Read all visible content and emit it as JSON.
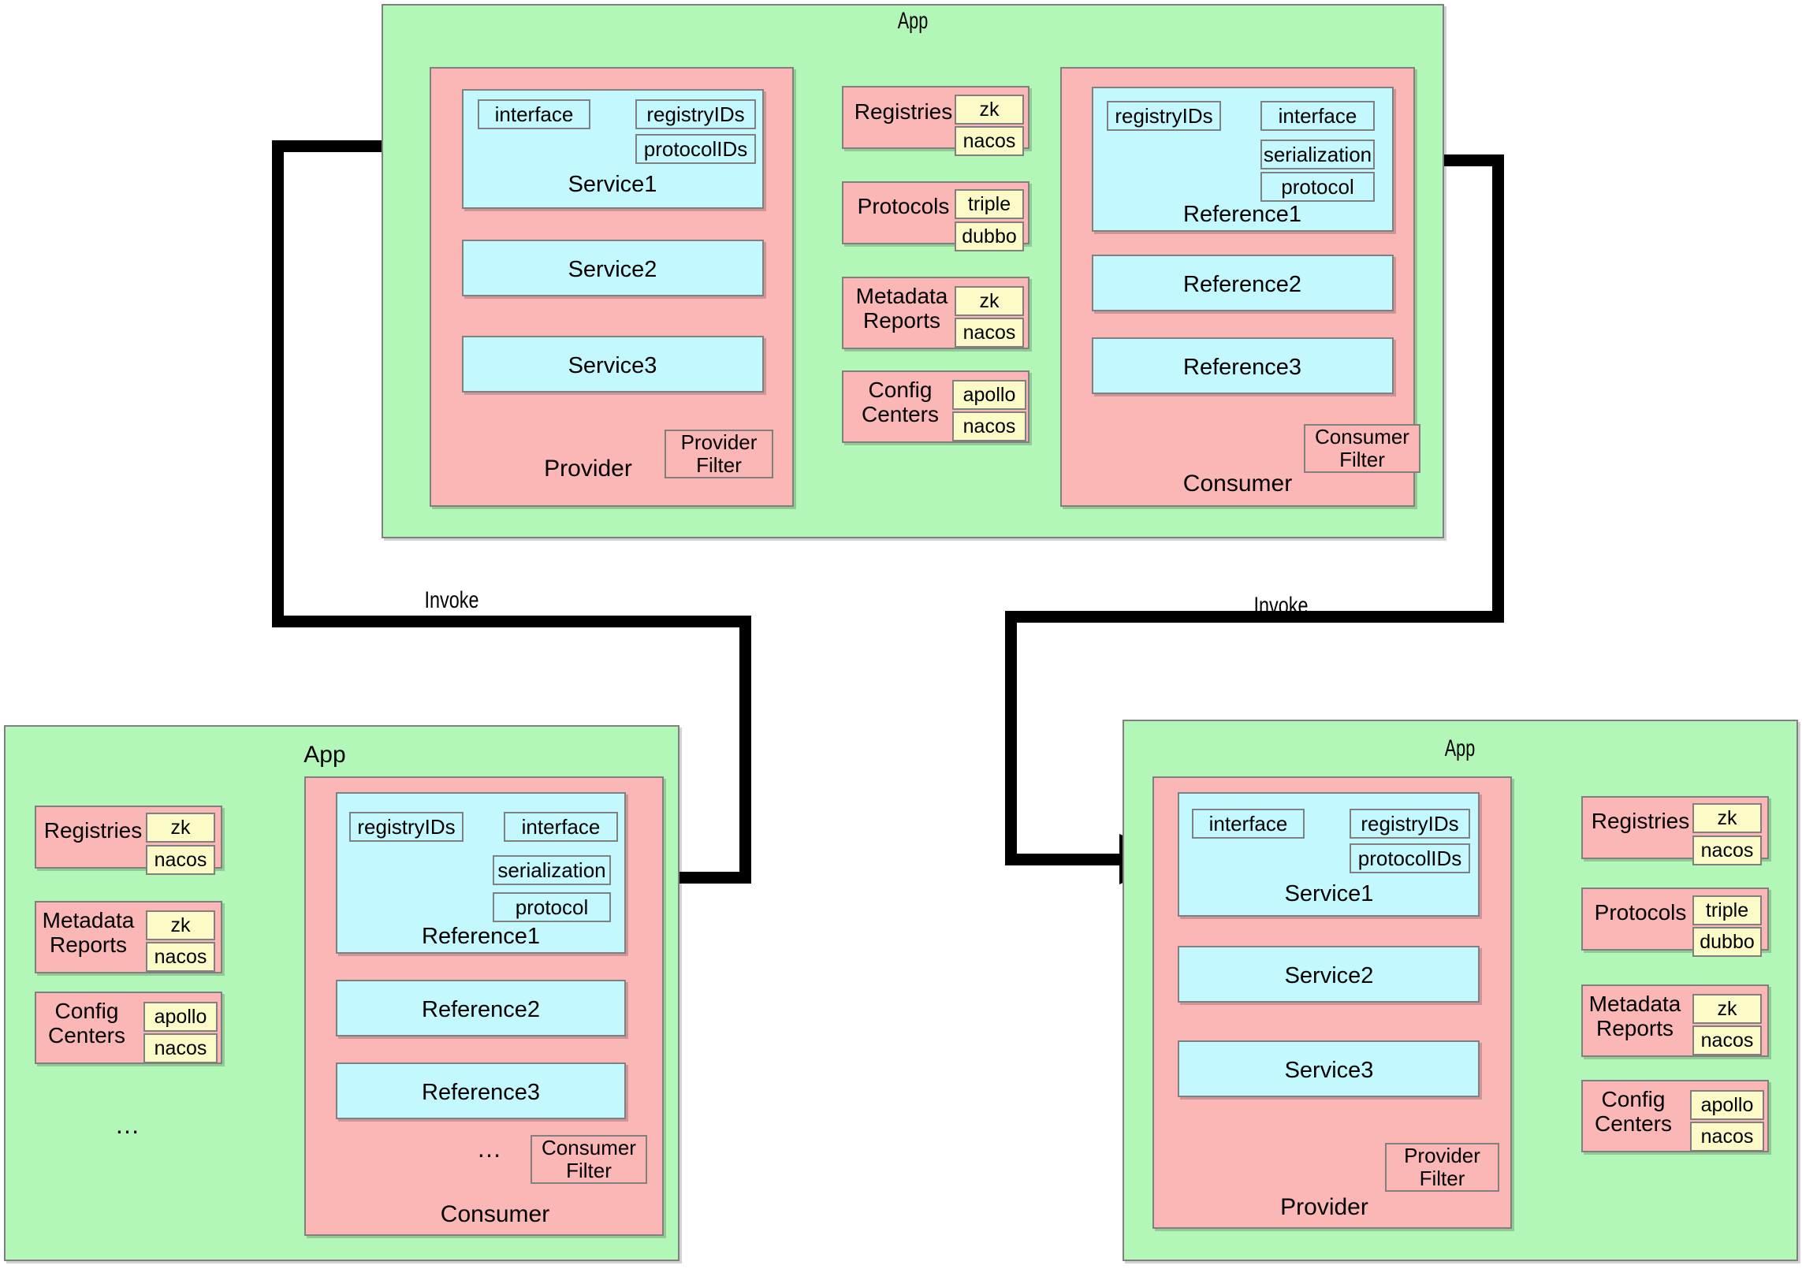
{
  "labels": {
    "app": "App",
    "provider": "Provider",
    "consumer": "Consumer",
    "invoke": "Invoke",
    "ellipsis": "…",
    "provider_filter": "Provider\nFilter",
    "consumer_filter": "Consumer\nFilter"
  },
  "colors": {
    "app_fill": "#b3f7b8",
    "role_fill": "#fbb6b6",
    "service_fill": "#c3f8fe",
    "option_fill": "#fcfbc8",
    "border": "#808080",
    "connector": "#000000",
    "background": "#ffffff"
  },
  "attributes": {
    "interface": "interface",
    "registry_ids": "registryIDs",
    "protocol_ids": "protocolIDs",
    "serialization": "serialization",
    "protocol": "protocol"
  },
  "services": {
    "s1": "Service1",
    "s2": "Service2",
    "s3": "Service3"
  },
  "references": {
    "r1": "Reference1",
    "r2": "Reference2",
    "r3": "Reference3"
  },
  "infra": {
    "registries": {
      "title": "Registries",
      "options": [
        "zk",
        "nacos"
      ]
    },
    "protocols": {
      "title": "Protocols",
      "options": [
        "triple",
        "dubbo"
      ]
    },
    "metadata_reports": {
      "title": "Metadata\nReports",
      "options": [
        "zk",
        "nacos"
      ]
    },
    "config_centers": {
      "title": "Config\nCenters",
      "options": [
        "apollo",
        "nacos"
      ]
    }
  },
  "apps": {
    "top": {
      "title": "App",
      "provider": {
        "title": "Provider",
        "filter": "Provider\nFilter",
        "services": [
          "Service1",
          "Service2",
          "Service3"
        ],
        "service1_attributes": [
          "interface",
          "registryIDs",
          "protocolIDs"
        ]
      },
      "consumer": {
        "title": "Consumer",
        "filter": "Consumer\nFilter",
        "references": [
          "Reference1",
          "Reference2",
          "Reference3"
        ],
        "reference1_attributes": [
          "registryIDs",
          "interface",
          "serialization",
          "protocol"
        ]
      },
      "infra_blocks": [
        "Registries",
        "Protocols",
        "Metadata Reports",
        "Config Centers"
      ]
    },
    "bottom_left": {
      "title": "App",
      "consumer": {
        "title": "Consumer",
        "filter": "Consumer\nFilter",
        "references": [
          "Reference1",
          "Reference2",
          "Reference3"
        ],
        "reference1_attributes": [
          "registryIDs",
          "interface",
          "serialization",
          "protocol"
        ]
      },
      "infra_blocks": [
        "Registries",
        "Metadata Reports",
        "Config Centers"
      ],
      "ellipsis": "…"
    },
    "bottom_right": {
      "title": "App",
      "provider": {
        "title": "Provider",
        "filter": "Provider\nFilter",
        "services": [
          "Service1",
          "Service2",
          "Service3"
        ],
        "service1_attributes": [
          "interface",
          "registryIDs",
          "protocolIDs"
        ]
      },
      "infra_blocks": [
        "Registries",
        "Protocols",
        "Metadata Reports",
        "Config Centers"
      ]
    }
  },
  "connectors": {
    "left_invoke_label": "Invoke",
    "right_invoke_label": "Invoke"
  }
}
